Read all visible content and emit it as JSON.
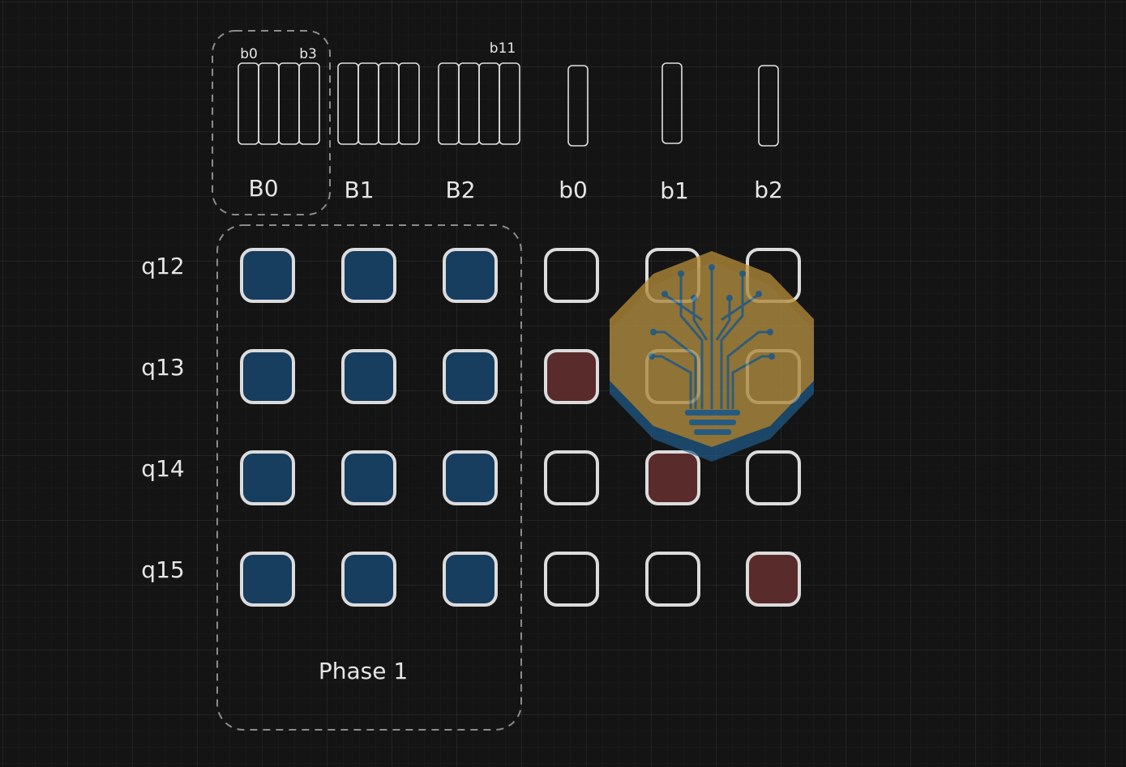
{
  "group_box": {
    "label": "B0",
    "bit_start_label": "b0",
    "bit_end_label": "b3"
  },
  "high_bit_label": "b11",
  "column_headers": [
    "B0",
    "B1",
    "B2",
    "b0",
    "b1",
    "b2"
  ],
  "row_labels": [
    "q12",
    "q13",
    "q14",
    "q15"
  ],
  "phase_label": "Phase 1",
  "colors": {
    "background": "#141414",
    "cell_border": "#dcdcdc",
    "blue_fill": "#173d5f",
    "red_fill": "#5a2b2b",
    "dashed": "#8c8c8c",
    "logo_gold": "#b78d3a",
    "logo_blue": "#1f5d8c"
  },
  "cells": [
    [
      "blue",
      "blue",
      "blue",
      "empty",
      "empty",
      "empty"
    ],
    [
      "blue",
      "blue",
      "blue",
      "red",
      "empty",
      "empty"
    ],
    [
      "blue",
      "blue",
      "blue",
      "empty",
      "red",
      "empty"
    ],
    [
      "blue",
      "blue",
      "blue",
      "empty",
      "empty",
      "red"
    ]
  ],
  "watermark_icon": "circuit-tree-lightbulb-icon"
}
